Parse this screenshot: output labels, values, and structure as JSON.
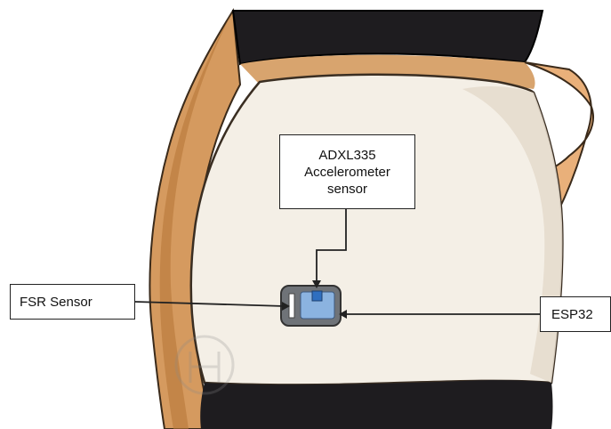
{
  "labels": {
    "adxl_line1": "ADXL335",
    "adxl_line2": "Accelerometer",
    "adxl_line3": "sensor",
    "fsr": "FSR Sensor",
    "esp32": "ESP32"
  },
  "colors": {
    "belt": "#f4efe6",
    "skin": "#d59a5f",
    "skin_shadow": "#b87838",
    "clothing": "#1e1c1f",
    "device_frame": "#6f7378",
    "device_inner": "#8bb3e0",
    "device_chip": "#2f6fc0",
    "line": "#222222"
  }
}
